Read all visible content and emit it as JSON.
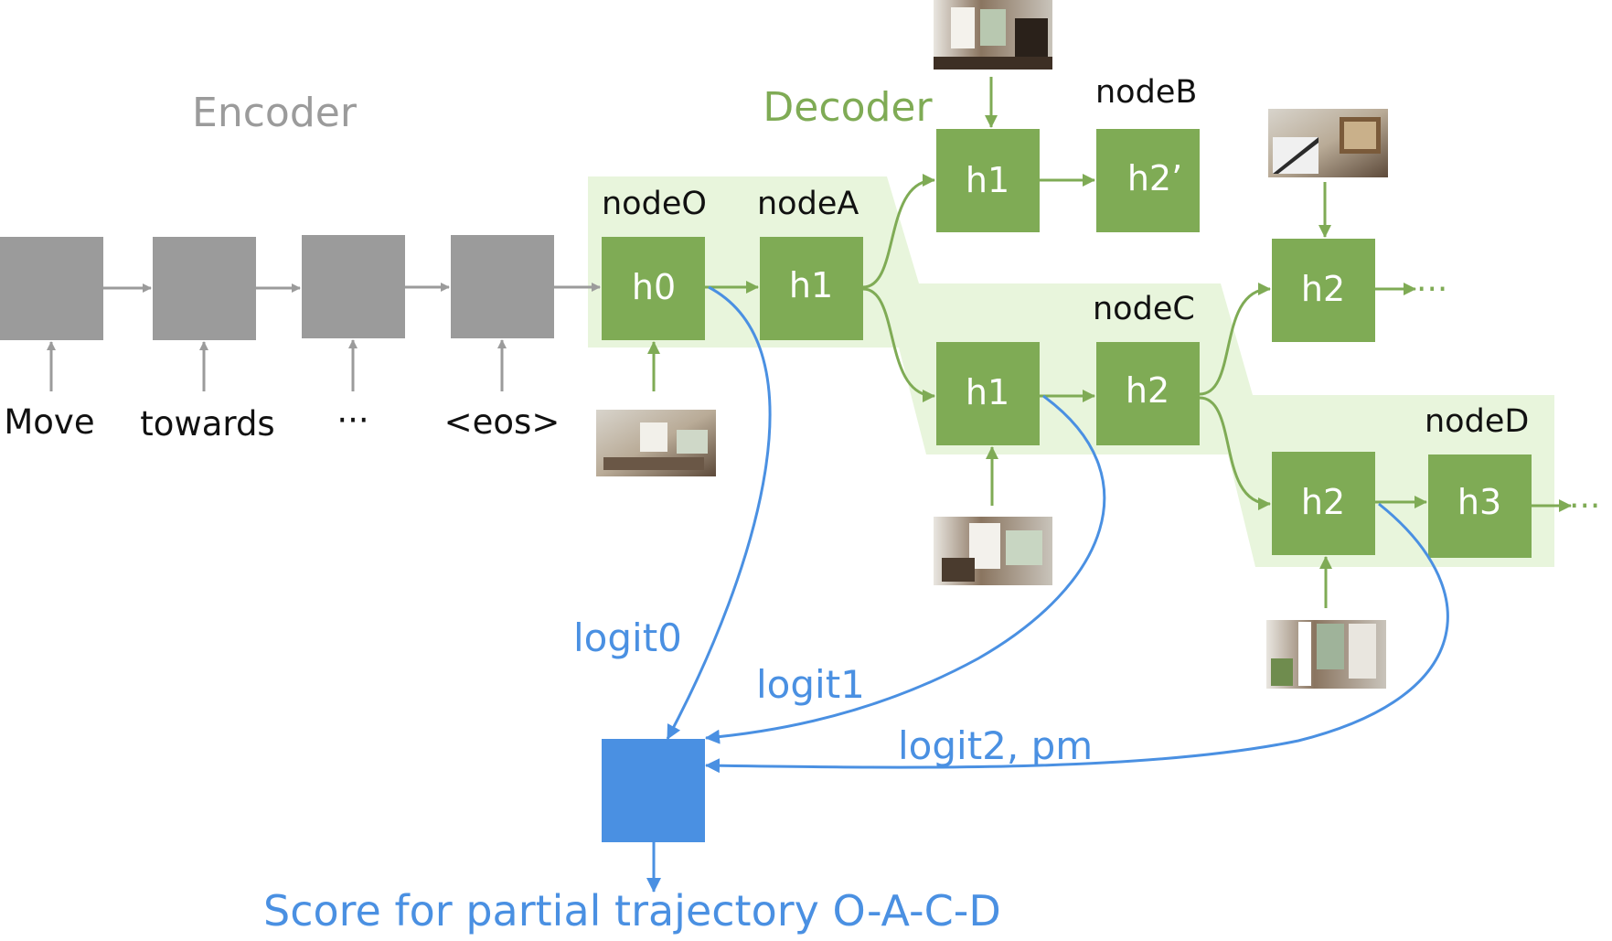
{
  "title_encoder": "Encoder",
  "title_decoder": "Decoder",
  "encoder_inputs": [
    "Move",
    "towards",
    "···",
    "<eos>"
  ],
  "node_labels": {
    "node0": "nodeO",
    "nodeA": "nodeA",
    "nodeB": "nodeB",
    "nodeC": "nodeC",
    "nodeD": "nodeD"
  },
  "hidden_states": {
    "h0": "h0",
    "h1_a": "h1",
    "h1_top": "h1",
    "h2_prime": "h2’",
    "h1_mid": "h1",
    "h2_c": "h2",
    "h2_upper": "h2",
    "h2_lower": "h2",
    "h3": "h3"
  },
  "ellipsis": "···",
  "logits": {
    "logit0": "logit0",
    "logit1": "logit1",
    "logit2": "logit2, pm"
  },
  "score_label": "Score for partial trajectory O-A-C-D",
  "image_icons": [
    "room-photo-icon",
    "room-photo-icon",
    "room-photo-icon",
    "room-photo-icon",
    "room-photo-icon"
  ],
  "colors": {
    "encoder_gray": "#9b9b9b",
    "decoder_green": "#7fab55",
    "highlight_green": "#e8f5dc",
    "score_blue": "#4a90e2"
  }
}
